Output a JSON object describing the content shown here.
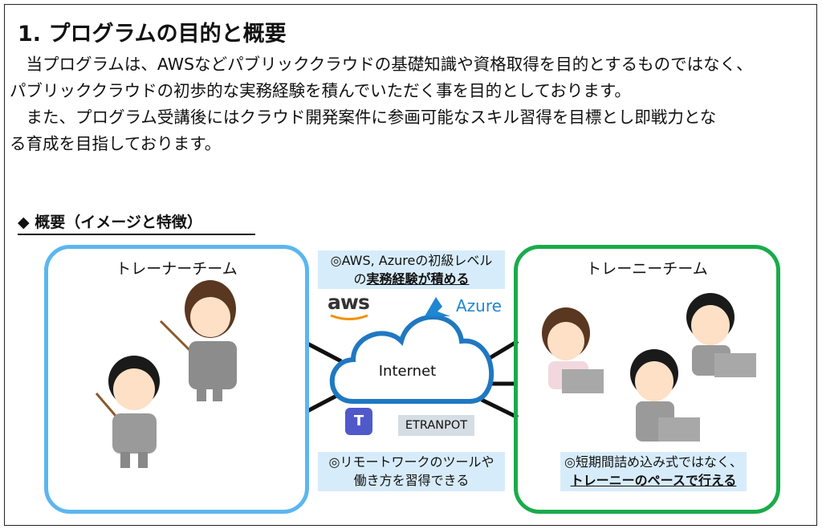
{
  "title": "1. プログラムの目的と概要",
  "paragraphs": [
    "　当プログラムは、AWSなどパブリッククラウドの基礎知識や資格取得を目的とするものではなく、",
    "パブリッククラウドの初歩的な実務経験を積んでいただく事を目的としております。",
    "　また、プログラム受講後にはクラウド開発案件に参画可能なスキル習得を目標とし即戦力とな",
    "る育成を目指しております。"
  ],
  "subheading": "◆ 概要（イメージと特徴）",
  "trainer_team": "トレーナーチーム",
  "trainee_team": "トレーニーチーム",
  "cloud_label": "Internet",
  "aws_logo": "aws",
  "azure_logo": "Azure",
  "etranpot": "ETRANPOT",
  "teams_logo": "T",
  "callouts": {
    "top": {
      "line1": "◎AWS, Azureの初級レベル",
      "line2_pre": "の",
      "line2_bold": "実務経験が積める"
    },
    "bottom": {
      "line1": "◎リモートワークのツールや",
      "line2": "働き方を習得できる"
    },
    "right": {
      "line1": "◎短期間詰め込み式ではなく、",
      "line2_bold": "トレーニーのペースで行える"
    }
  },
  "colors": {
    "trainer": "#5cb6ef",
    "trainee": "#1aab4a",
    "cloud": "#1f78c1",
    "callout": "#d7ecfa"
  }
}
